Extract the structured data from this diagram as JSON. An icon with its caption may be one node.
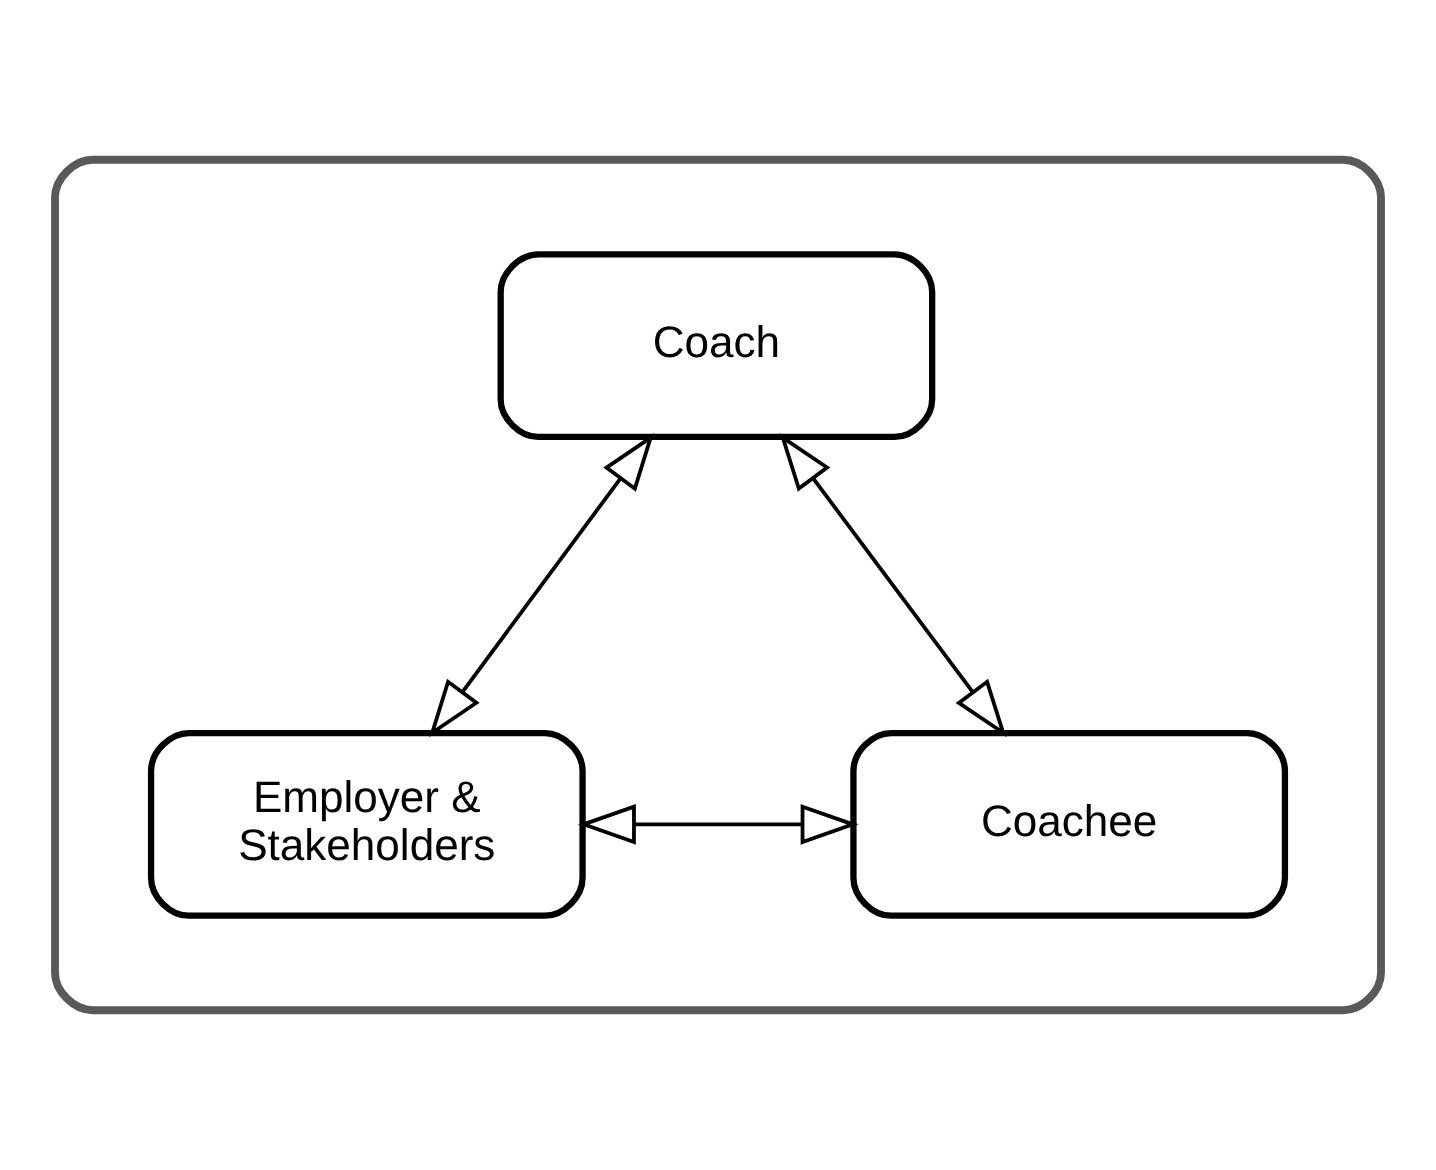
{
  "diagram": {
    "nodes": [
      {
        "text": [],
        "shape": "triangle"
      },
      {
        "text": [
          "Coach"
        ],
        "in": 0
      },
      {
        "text": [
          "Employer & Stakeholders"
        ],
        "in": 0
      },
      {
        "text": [
          "Coachee"
        ],
        "in": 0
      }
    ],
    "edges": [
      {
        "from": 2,
        "to": 1,
        "arrow": "both"
      },
      {
        "from": 1,
        "to": 3,
        "arrow": "both"
      },
      {
        "from": 2,
        "to": 3,
        "arrow": "both"
      }
    ]
  }
}
